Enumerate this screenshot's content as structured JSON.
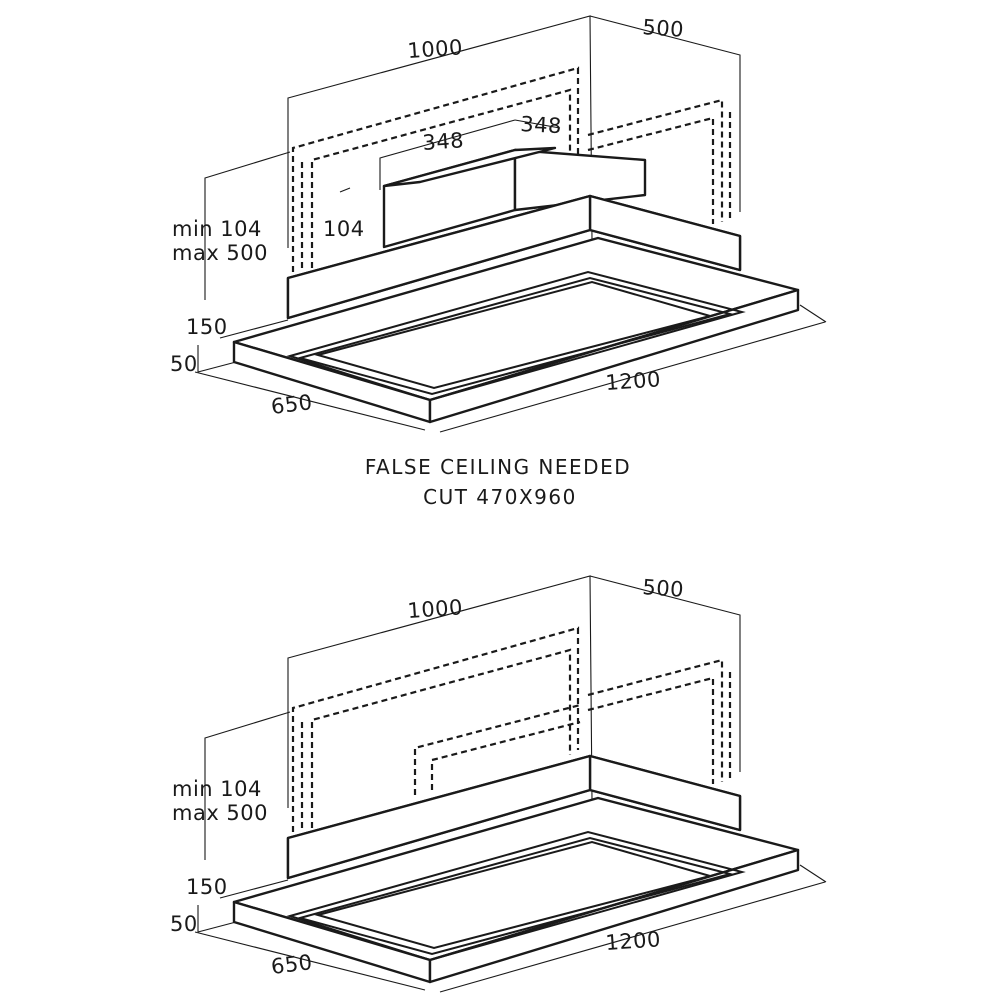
{
  "note": {
    "line1": "FALSE CEILING NEEDED",
    "line2": "CUT 470X960"
  },
  "drawings": [
    {
      "id": "false-ceiling-version",
      "dims": {
        "width_1000": "1000",
        "depth_500": "500",
        "chimney_width": "348",
        "chimney_depth": "348",
        "chimney_height": "104",
        "min_height": "min 104",
        "max_height": "max 500",
        "body_height": "150",
        "panel_thickness": "50",
        "overall_depth": "650",
        "overall_width": "1200"
      }
    },
    {
      "id": "standard-version",
      "dims": {
        "width_1000": "1000",
        "depth_500": "500",
        "min_height": "min 104",
        "max_height": "max 500",
        "body_height": "150",
        "panel_thickness": "50",
        "overall_depth": "650",
        "overall_width": "1200"
      }
    }
  ]
}
